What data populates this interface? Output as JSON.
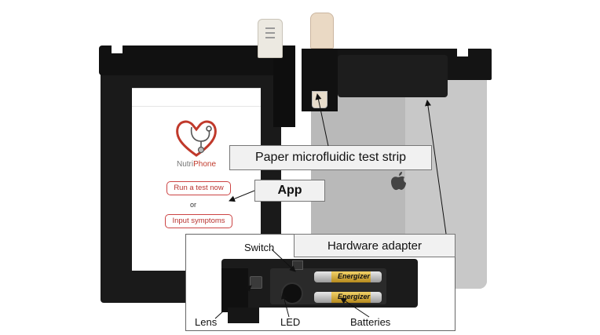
{
  "app": {
    "brand_nutri": "Nutri",
    "brand_phone": "Phone",
    "run_test_button": "Run a test now",
    "or_text": "or",
    "input_symptoms_button": "Input symptoms"
  },
  "labels": {
    "test_strip": "Paper microfluidic test strip",
    "app": "App",
    "hardware_adapter": "Hardware adapter",
    "switch": "Switch",
    "lens": "Lens",
    "led": "LED",
    "batteries": "Batteries"
  },
  "battery_brand": "Energizer",
  "colors": {
    "accent_red": "#c0392b",
    "label_box_bg": "#f1f1f1",
    "arrow_color": "#111111"
  },
  "icons": [
    "heart-stethoscope-logo-icon",
    "apple-logo-icon"
  ]
}
